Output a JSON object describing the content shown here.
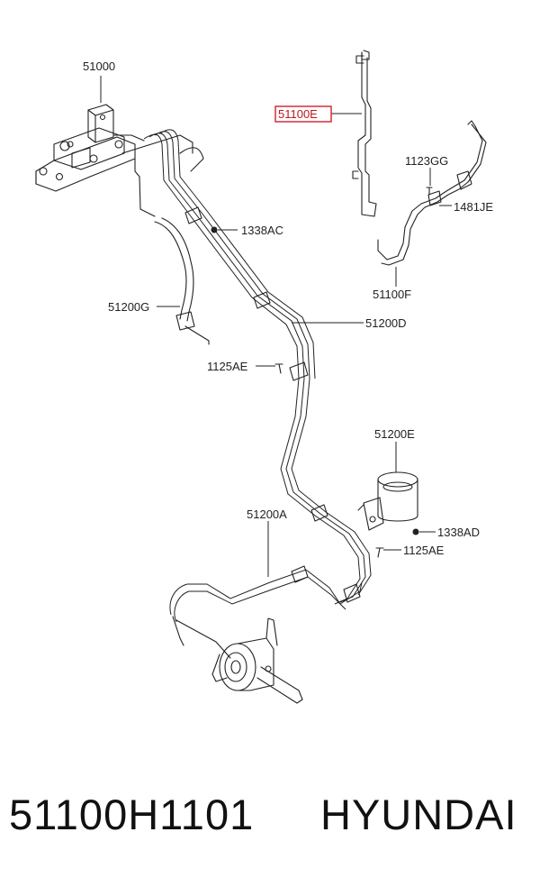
{
  "labels": {
    "p51000": "51000",
    "p51100E": "51100E",
    "p1123GG": "1123GG",
    "p1481JE": "1481JE",
    "p1338AC": "1338AC",
    "p51100F": "51100F",
    "p51200G": "51200G",
    "p51200D": "51200D",
    "p1125AE_top": "1125AE",
    "p51200E": "51200E",
    "p51200A": "51200A",
    "p1338AD": "1338AD",
    "p1125AE_bottom": "1125AE"
  },
  "footer": {
    "part_number": "51100H1101",
    "brand": "HYUNDAI"
  },
  "colors": {
    "highlight": "#d0202a",
    "ink": "#222222"
  }
}
